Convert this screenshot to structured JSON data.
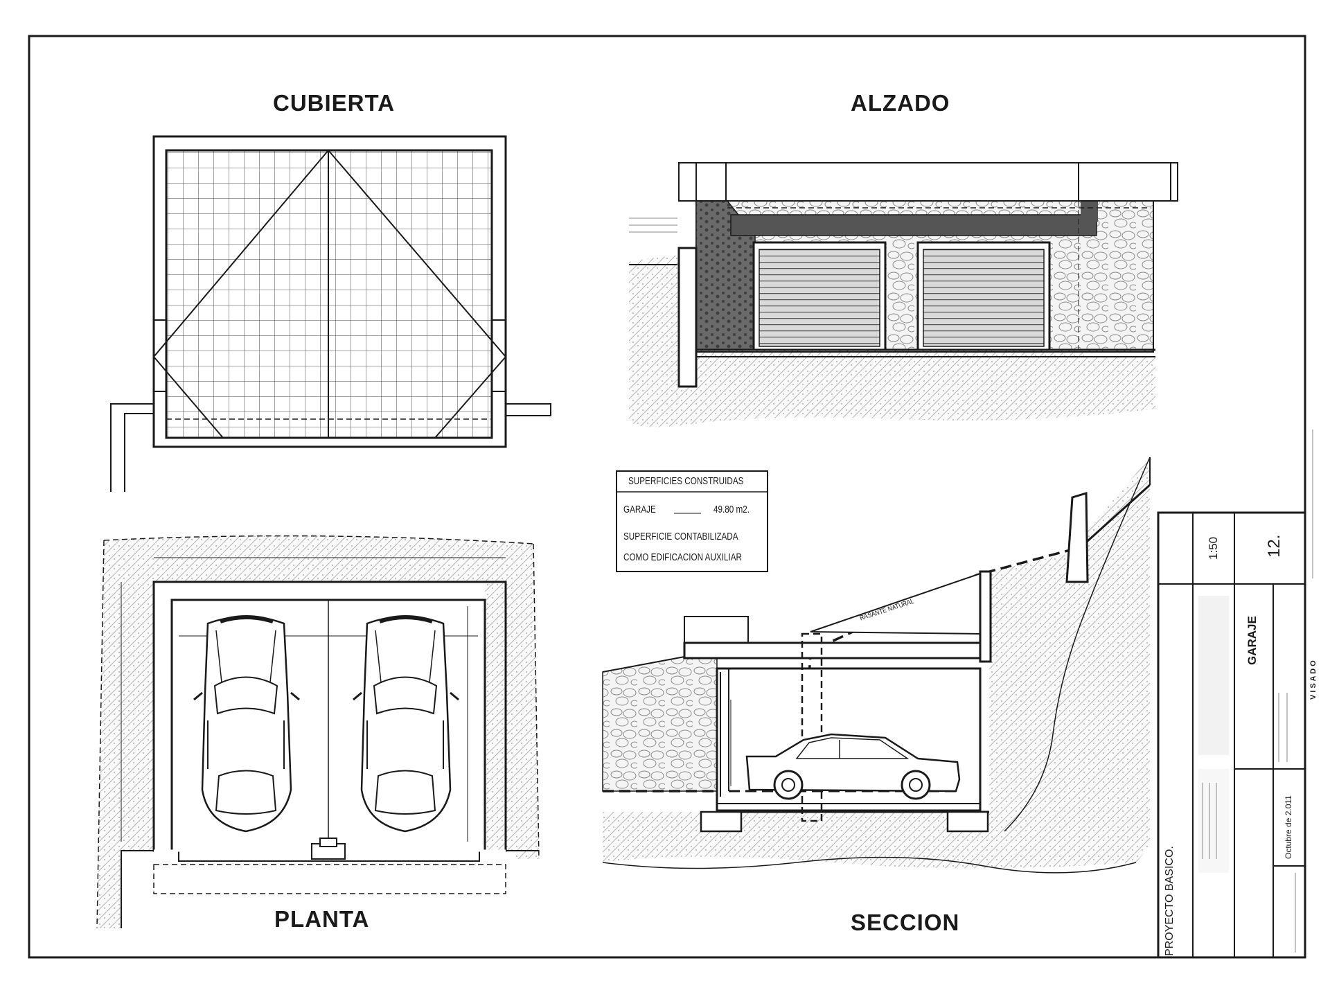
{
  "titles": {
    "cubierta": "CUBIERTA",
    "alzado": "ALZADO",
    "planta": "PLANTA",
    "seccion": "SECCION"
  },
  "superficies": {
    "header": "SUPERFICIES CONSTRUIDAS",
    "garaje_label": "GARAJE",
    "garaje_value": "49.80 m2.",
    "note_line1": "SUPERFICIE CONTABILIZADA",
    "note_line2": "COMO EDIFICACION AUXILIAR"
  },
  "seccion_labels": {
    "rasante": "RASANTE NATURAL"
  },
  "title_block": {
    "escala": "1:50",
    "plano_num": "12.",
    "plano_nombre": "GARAJE",
    "proyecto": "PROYECTO BASICO.",
    "fecha": "Octubre de 2.011",
    "visado": "V I S A D O"
  },
  "colors": {
    "line": "#1a1a1a",
    "hatch": "#9a9a9a",
    "dark_fill": "#555555"
  }
}
